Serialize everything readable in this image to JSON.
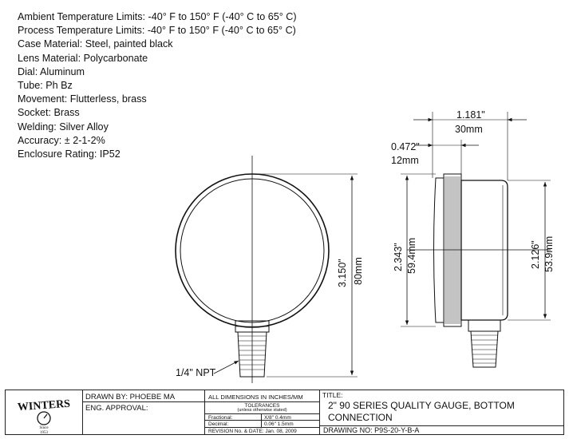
{
  "specs": [
    "Ambient Temperature Limits: -40° F to 150° F (-40° C to 65° C)",
    "Process Temperature Limits: -40° F to 150° F (-40° C to 65° C)",
    "Case Material: Steel, painted black",
    "Lens Material: Polycarbonate",
    "Dial: Aluminum",
    "Tube: Ph Bz",
    "Movement: Flutterless, brass",
    "Socket: Brass",
    "Welding: Silver Alloy",
    "Accuracy: ± 2-1-2%",
    "Enclosure Rating: IP52"
  ],
  "dimensions": {
    "overall_height_in": "3.150\"",
    "overall_height_mm": "80mm",
    "thread": "1/4\" NPT",
    "depth_in": "1.181\"",
    "depth_mm": "30mm",
    "bezel_in": "0.472\"",
    "bezel_mm": "12mm",
    "bezel_dia_in": "2.343\"",
    "bezel_dia_mm": "59.4mm",
    "case_dia_in": "2.126\"",
    "case_dia_mm": "53.9mm"
  },
  "title_block": {
    "logo_text": "WINTERS",
    "logo_since": "Since",
    "logo_year": "1953",
    "drawn_by": "DRAWN BY: PHOEBE MA",
    "eng_approval": "ENG. APPROVAL:",
    "units": "ALL DIMENSIONS IN INCHES/MM",
    "tolerances": "TOLERANCES",
    "tolerances_note": "(unless otherwise stated)",
    "fractional_label": "Fractional:",
    "fractional_value": "X/8\" 0.4mm",
    "decimal_label": "Decimal:",
    "decimal_value": "0.06\" 1.5mm",
    "revision": "REVISION No. & DATE: Jan. 08, 2009",
    "title_label": "TITLE:",
    "title_line1": "2\" 90 SERIES QUALITY GAUGE, BOTTOM",
    "title_line2": "CONNECTION",
    "drawing_no": "DRAWING NO: P9S-20-Y-B-A"
  }
}
